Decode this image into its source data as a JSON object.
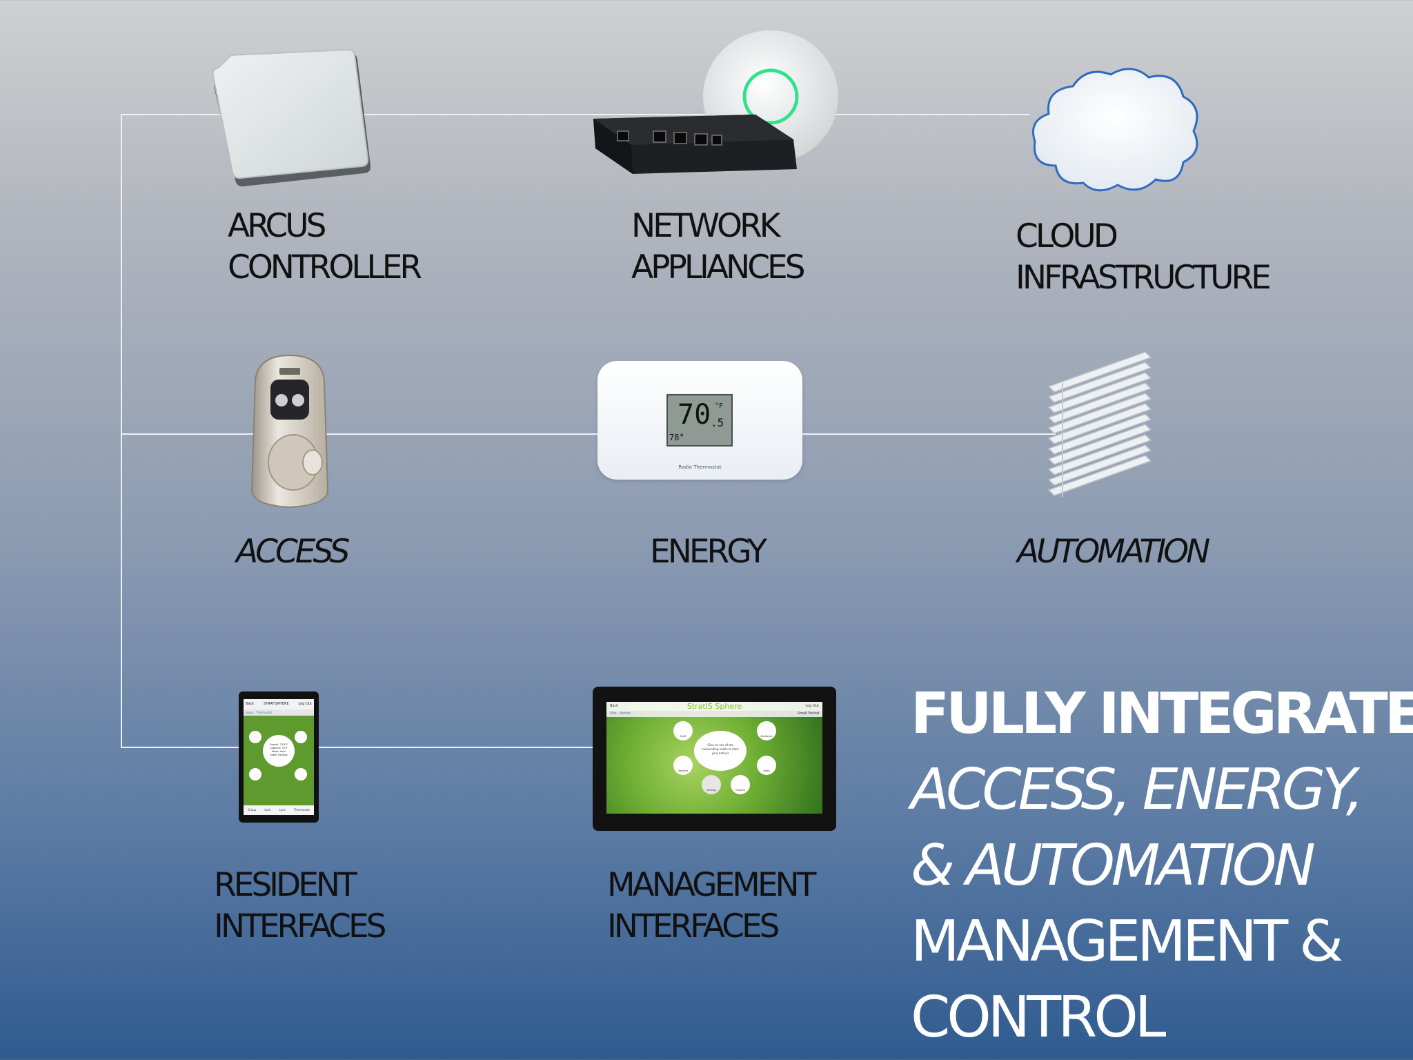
{
  "labels": {
    "arcus_controller": "ARCUS\nCONTROLLER",
    "network_appliances": "NETWORK\nAPPLIANCES",
    "cloud_infrastructure": "CLOUD\nINFRASTRUCTURE",
    "access": "ACCESS",
    "energy": "ENERGY",
    "automation": "AUTOMATION",
    "resident_interfaces": "RESIDENT\nINTERFACES",
    "management_interfaces": "MANAGEMENT\nINTERFACES"
  },
  "tagline": {
    "line1": "FULLY INTEGRATED",
    "line2": "ACCESS, ENERGY,",
    "line3": "& AUTOMATION",
    "line4": "MANAGEMENT &",
    "line5": "CONTROL"
  },
  "thermostat": {
    "temp": "70",
    "decimal": ".5",
    "unit": "°F",
    "setpoint": "78°",
    "brand": "Radio Thermostat"
  },
  "resident_tablet": {
    "brand": "STRATISPHERE",
    "back": "Back",
    "logout": "Log Out",
    "crumb": "Jaque : Thermostat",
    "status_l1": "Overall: 73.8°F",
    "status_l2": "Setpoint: 74°F",
    "status_l3": "Mode: heat",
    "status_l4": "State: heating",
    "nav": [
      "Group",
      "Lock",
      "Lock",
      "Thermostat"
    ]
  },
  "management_tablet": {
    "title": "StratIS Sphere",
    "back": "Back",
    "logout": "Log Out",
    "crumb": "Site : Action",
    "site": "Small Period",
    "center_text": "Click on one of the surrounding nodes to start your actions",
    "nodes": [
      "Staff",
      "Residents",
      "Vendors",
      "Tasks",
      "Settings",
      "Reports"
    ]
  },
  "colors": {
    "connector_line": "#e8ecf2",
    "label_text": "#111111",
    "tagline_text": "#ffffff"
  }
}
